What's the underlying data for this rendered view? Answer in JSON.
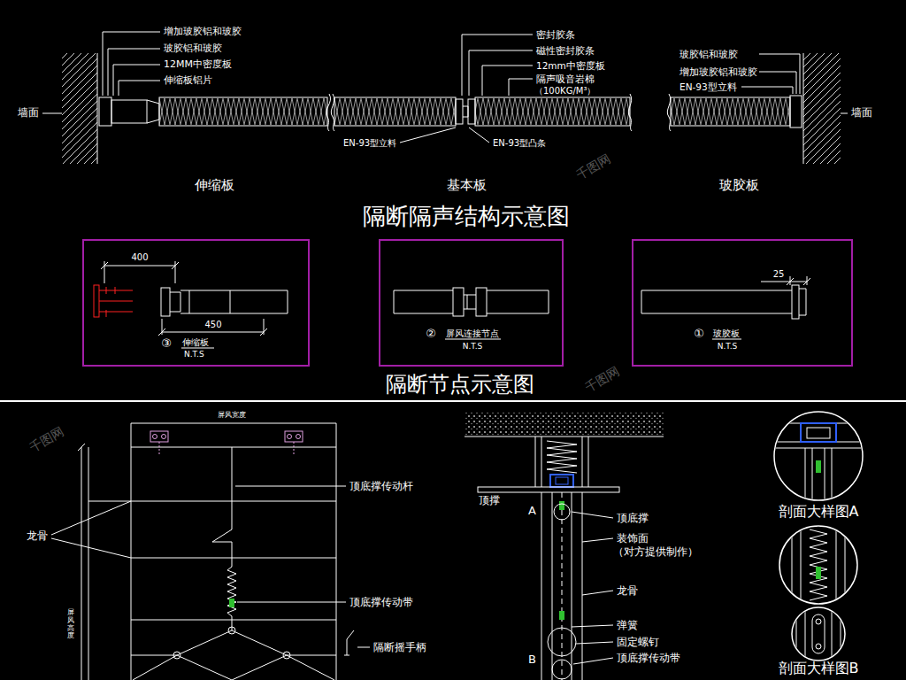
{
  "diagram": {
    "title": "隔断隔声结构示意图",
    "nodes": [
      {
        "text": [
          "400",
          "450",
          "③",
          "伸缩板",
          "N.T.S"
        ]
      },
      {
        "text": [
          "②",
          "屏风连接节点",
          "N.T.S"
        ]
      },
      {
        "text": [
          "25",
          "①",
          "玻胶板",
          "N.T.S"
        ]
      },
      {
        "text": [
          "剖面大样图A"
        ]
      },
      {
        "text": [
          "剖面大样图B"
        ]
      }
    ],
    "labels": [
      "增加玻胶铝和玻胶",
      "玻胶铝和玻胶",
      "12MM中密度板",
      "伸缩板铝片",
      "墙面",
      "密封胶条",
      "磁性密封胶条",
      "12mm中密度板",
      "隔声吸音岩棉",
      "（100KG/M³）",
      "EN-93型立料",
      "EN-93型凸条",
      "玻胶铝和玻胶",
      "增加玻胶铝和玻胶",
      "EN-93型立料",
      "墙面",
      "伸缩板",
      "基本板",
      "玻胶板",
      "隔断节点示意图",
      "屏风宽度",
      "龙骨",
      "顶底撑传动杆",
      "顶底撑传动带",
      "隔断摇手柄",
      "屏风高度",
      "顶撑",
      "A",
      "B",
      "顶底撑",
      "装饰面",
      "（对方提供制作）",
      "龙骨",
      "弹簧",
      "固定螺钉",
      "顶底撑传动带",
      "千图网",
      "千图网",
      "千图网"
    ]
  }
}
